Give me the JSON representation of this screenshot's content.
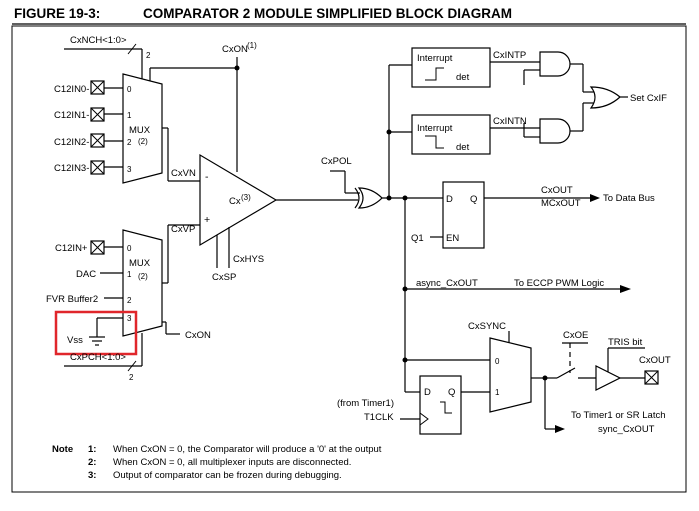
{
  "figure": {
    "label": "FIGURE 19-3:",
    "title": "COMPARATOR 2 MODULE SIMPLIFIED BLOCK DIAGRAM"
  },
  "mux1": {
    "select": "CxNCH<1:0>",
    "select_width": "2",
    "inputs": [
      "C12IN0-",
      "C12IN1-",
      "C12IN2-",
      "C12IN3-"
    ],
    "ports": [
      "0",
      "1",
      "2",
      "3"
    ],
    "label": "MUX",
    "note_ref": "(2)"
  },
  "mux2": {
    "select": "CxPCH<1:0>",
    "select_width": "2",
    "inputs": [
      "C12IN+",
      "DAC",
      "FVR Buffer2",
      "Vss"
    ],
    "ports": [
      "0",
      "1",
      "2",
      "3"
    ],
    "label": "MUX",
    "note_ref": "(2)"
  },
  "comparator": {
    "name": "Cx",
    "note_ref": "(3)",
    "minus": "-",
    "plus": "+",
    "cxon_top": "CxON",
    "cxon_top_ref": "(1)",
    "cxvn": "CxVN",
    "cxvp": "CxVP",
    "cxhys": "CxHYS",
    "cxsp": "CxSP",
    "cxon_bottom": "CxON"
  },
  "logic": {
    "cxpol": "CxPOL",
    "int1_title": "Interrupt",
    "int1_sub": "det",
    "int2_title": "Interrupt",
    "int2_sub": "det",
    "cxintp": "CxINTP",
    "cxintn": "CxINTN",
    "set_cxif": "Set CxIF",
    "latch_d": "D",
    "latch_q": "Q",
    "latch_en": "EN",
    "q1": "Q1",
    "cxout": "CxOUT",
    "mcxout": "MCxOUT",
    "to_data_bus": "To Data Bus",
    "async_cxout": "async_CxOUT",
    "to_eccp": "To ECCP PWM Logic",
    "cxsync": "CxSYNC",
    "mux3_in0": "0",
    "mux3_in1": "1",
    "cxoe": "CxOE",
    "tris_bit": "TRIS bit",
    "cxout_pin": "CxOUT",
    "from_timer1": "(from Timer1)",
    "t1clk": "T1CLK",
    "ff_d": "D",
    "ff_q": "Q",
    "to_timer1": "To Timer1 or SR Latch",
    "sync_cxout": "sync_CxOUT"
  },
  "notes": {
    "label": "Note",
    "items": [
      {
        "num": "1:",
        "text": "When CxON = 0, the Comparator will produce a '0' at the output"
      },
      {
        "num": "2:",
        "text": "When CxON = 0, all multiplexer inputs are disconnected."
      },
      {
        "num": "3:",
        "text": "Output of comparator can be frozen during debugging."
      }
    ]
  },
  "highlight_color": "#e0262b"
}
